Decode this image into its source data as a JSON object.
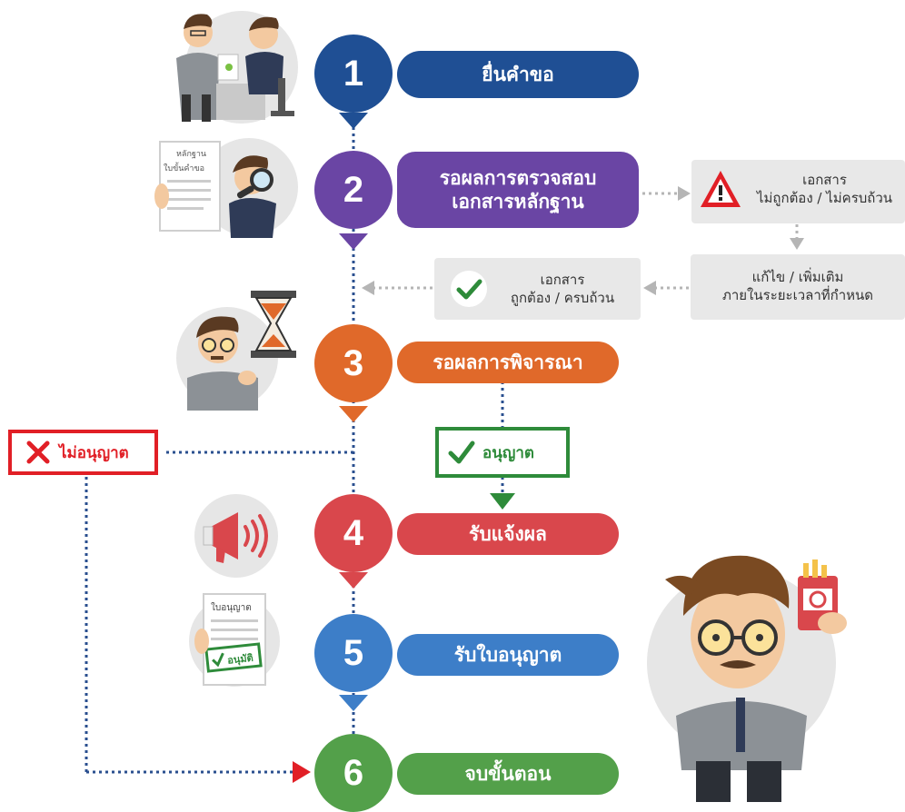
{
  "steps": [
    {
      "number": "1",
      "label": "ยื่นคำขอ",
      "color": "#1f4f94"
    },
    {
      "number": "2",
      "label_line1": "รอผลการตรวจสอบ",
      "label_line2": "เอกสารหลักฐาน",
      "color": "#6a45a4"
    },
    {
      "number": "3",
      "label": "รอผลการพิจารณา",
      "color": "#e0692a"
    },
    {
      "number": "4",
      "label": "รับแจ้งผล",
      "color": "#d9474c"
    },
    {
      "number": "5",
      "label": "รับใบอนุญาต",
      "color": "#3d7ec8"
    },
    {
      "number": "6",
      "label": "จบขั้นตอน",
      "color": "#53a04a"
    }
  ],
  "side_boxes": {
    "invalid_line1": "เอกสาร",
    "invalid_line2": "ไม่ถูกต้อง / ไม่ครบถ้วน",
    "fix_line1": "แก้ไข / เพิ่มเติม",
    "fix_line2": "ภายในระยะเวลาที่กำหนด",
    "valid_line1": "เอกสาร",
    "valid_line2": "ถูกต้อง / ครบถ้วน"
  },
  "decisions": {
    "denied": "ไม่อนุญาต",
    "approved": "อนุญาต"
  },
  "illustrations": {
    "document_heading": "หลักฐาน",
    "document_subheading": "ใบขั้นคำขอ",
    "license_heading": "ใบอนุญาต",
    "license_stamp": "อนุมัติ"
  },
  "colors": {
    "connector": "#2a4f8f",
    "denied": "#e11f26",
    "approved": "#2e8b3a",
    "grey_arrow": "#b5b5b5"
  }
}
